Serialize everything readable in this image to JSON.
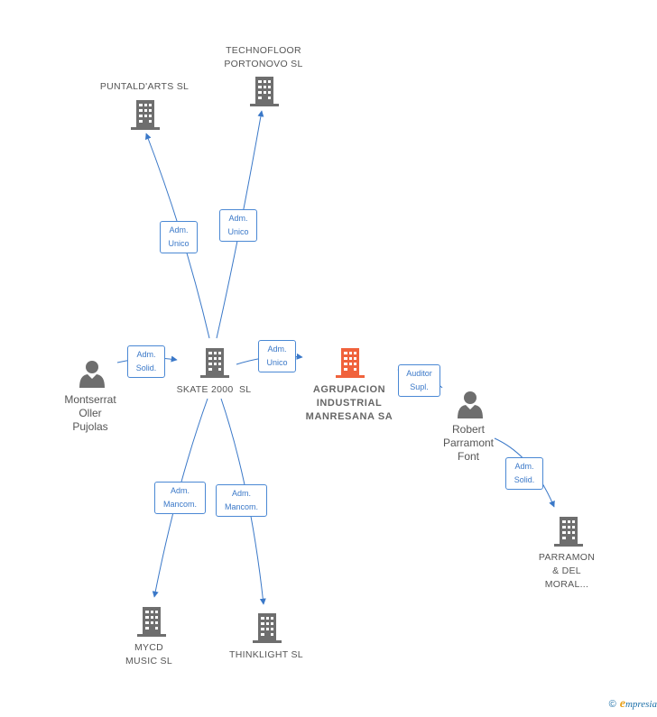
{
  "colors": {
    "edge": "#3a78c8",
    "building": "#6e6e6e",
    "highlight": "#f0623c",
    "person": "#6e6e6e"
  },
  "nodes": {
    "puntaldarts": {
      "kind": "company",
      "icon": "building-icon",
      "lines": [
        "PUNTALD'ARTS SL"
      ]
    },
    "technofloor": {
      "kind": "company",
      "icon": "building-icon",
      "lines": [
        "TECHNOFLOOR",
        "PORTONOVO SL"
      ]
    },
    "skate": {
      "kind": "company",
      "icon": "building-icon",
      "lines": [
        "SKATE 2000  SL"
      ]
    },
    "agrupacion": {
      "kind": "company-main",
      "icon": "building-icon",
      "lines": [
        "AGRUPACION",
        "INDUSTRIAL",
        "MANRESANA SA"
      ]
    },
    "montserrat": {
      "kind": "person",
      "icon": "person-icon",
      "lines": [
        "Montserrat",
        "Oller",
        "Pujolas"
      ]
    },
    "robert": {
      "kind": "person",
      "icon": "person-icon",
      "lines": [
        "Robert",
        "Parramont",
        "Font"
      ]
    },
    "parramon": {
      "kind": "company",
      "icon": "building-icon",
      "lines": [
        "PARRAMON",
        "& DEL",
        "MORAL..."
      ]
    },
    "mycd": {
      "kind": "company",
      "icon": "building-icon",
      "lines": [
        "MYCD",
        "MUSIC SL"
      ]
    },
    "thinklight": {
      "kind": "company",
      "icon": "building-icon",
      "lines": [
        "THINKLIGHT SL"
      ]
    }
  },
  "edges": [
    {
      "id": "skate-puntaldarts",
      "lines": [
        "Adm.",
        "Unico"
      ]
    },
    {
      "id": "skate-technofloor",
      "lines": [
        "Adm.",
        "Unico"
      ]
    },
    {
      "id": "montserrat-skate",
      "lines": [
        "Adm.",
        "Solid."
      ]
    },
    {
      "id": "skate-agrupacion",
      "lines": [
        "Adm.",
        "Unico"
      ]
    },
    {
      "id": "robert-agrupacion",
      "lines": [
        "Auditor",
        "Supl."
      ]
    },
    {
      "id": "robert-parramon",
      "lines": [
        "Adm.",
        "Solid."
      ]
    },
    {
      "id": "skate-mycd",
      "lines": [
        "Adm.",
        "Mancom."
      ]
    },
    {
      "id": "skate-thinklight",
      "lines": [
        "Adm.",
        "Mancom."
      ]
    }
  ],
  "footer": {
    "copyright": "©",
    "brand_initial": "e",
    "brand_rest": "mpresia"
  }
}
